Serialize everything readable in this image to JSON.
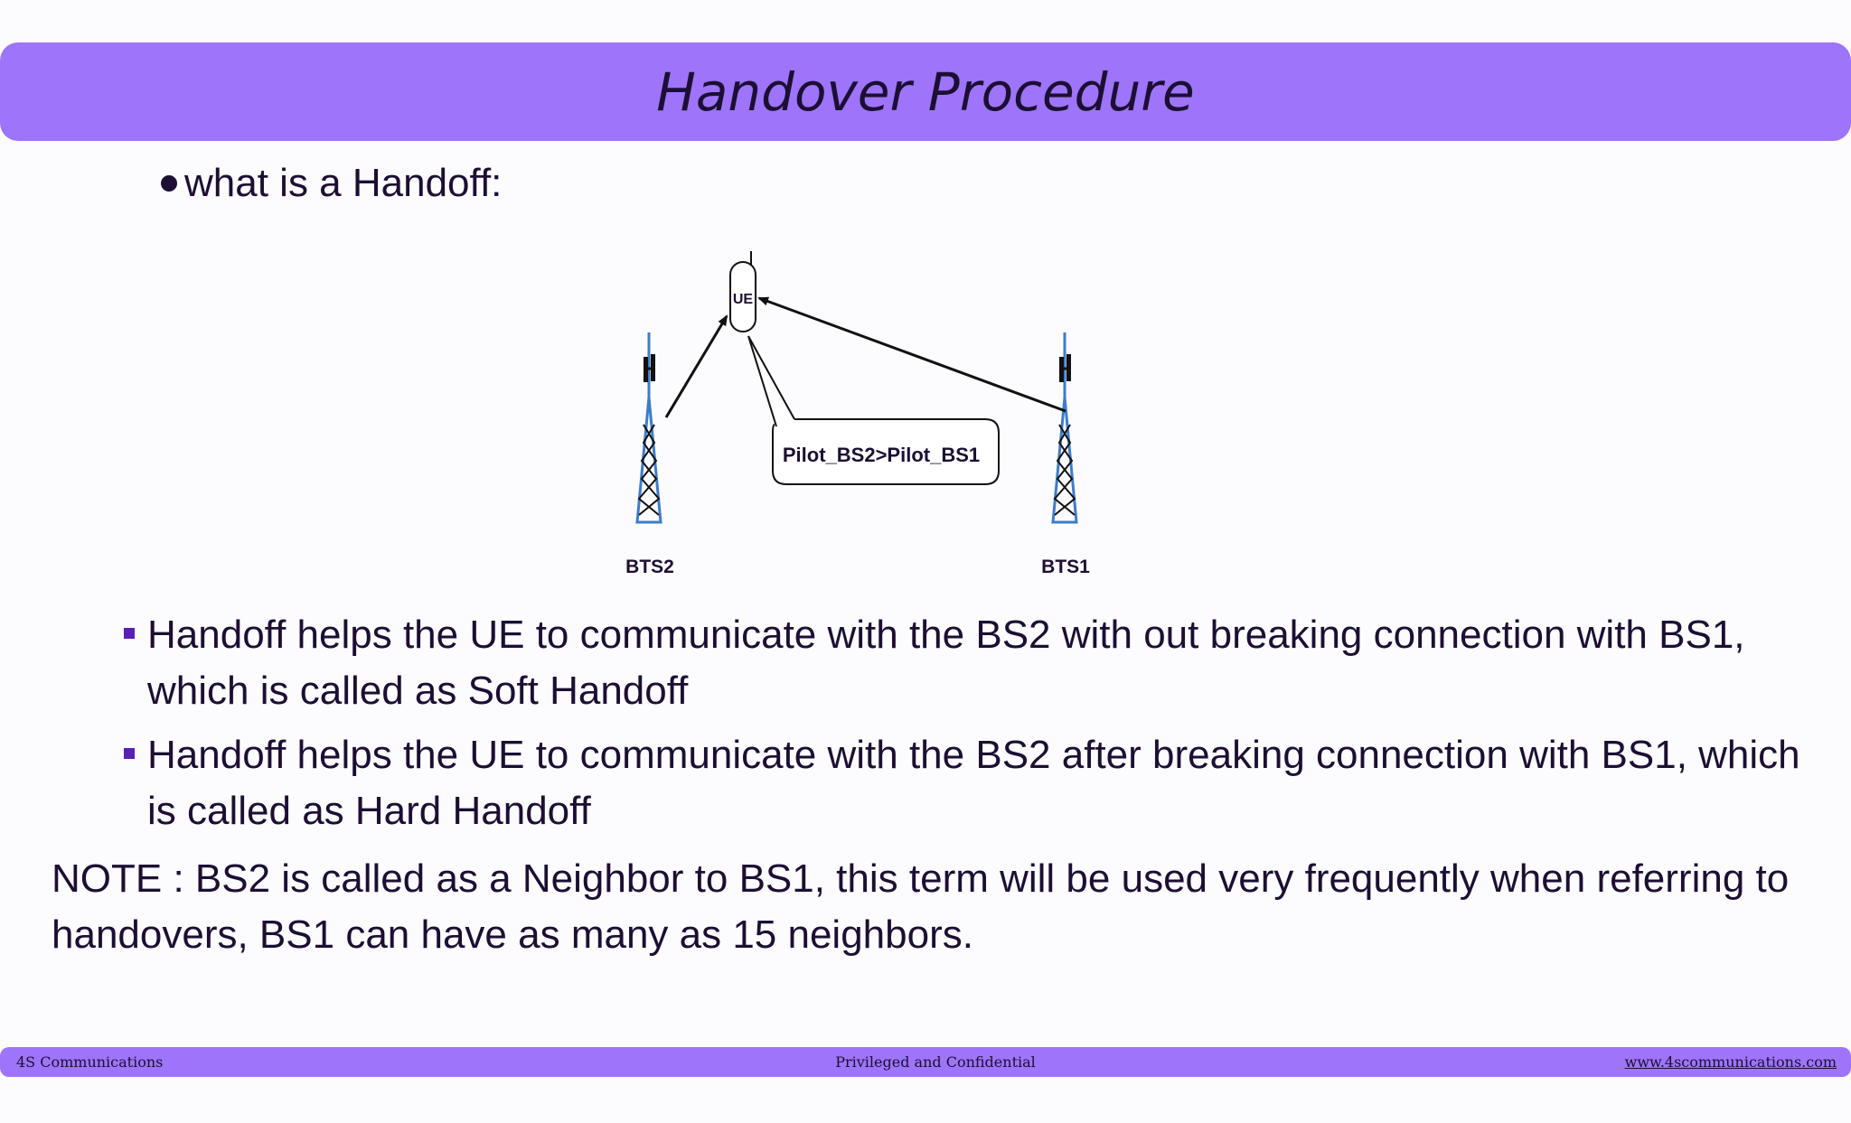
{
  "slide": {
    "title": "Handover Procedure",
    "intro": "what is a Handoff:"
  },
  "diagram": {
    "ue_label": "UE",
    "callout": "Pilot_BS2>Pilot_BS1",
    "tower_left_label": "BTS2",
    "tower_right_label": "BTS1"
  },
  "bullets": [
    "Handoff helps the UE to communicate with the BS2 with out breaking connection with BS1, which is called as Soft Handoff",
    "Handoff helps the UE to communicate with the BS2 after breaking connection with BS1, which is called as Hard Handoff"
  ],
  "note": "NOTE : BS2 is called as a Neighbor to BS1, this term will be used very frequently when referring to handovers, BS1 can have as many as 15 neighbors.",
  "footer": {
    "left": "4S Communications",
    "center": "Privileged and Confidential",
    "right": "www.4scommunications.com"
  },
  "colors": {
    "header_bar": "#9d74fa",
    "text": "#1c0f33",
    "bullet_marker": "#5a1fb3",
    "tower_blue": "#3d7cc9"
  }
}
